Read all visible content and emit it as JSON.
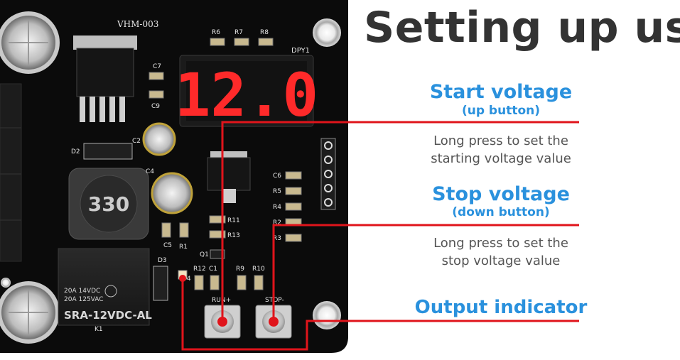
{
  "title": "Setting up use",
  "board": {
    "model_label": "VHM-003",
    "display_digits": "12.0",
    "display_label": "DPY1",
    "inductor_marking": "330",
    "relay_lines": [
      "20A 14VDC",
      "20A 125VAC",
      "SRA-12VDC-AL"
    ],
    "relay_id": "K1",
    "button_up_label": "RUN+",
    "button_down_label": "STOP-",
    "component_labels": {
      "r6": "R6",
      "r7": "R7",
      "r8": "R8",
      "c7": "C7",
      "c9": "C9",
      "c2": "C2",
      "c4": "C4",
      "d2": "D2",
      "d3": "D3",
      "d4": "D4",
      "c5": "C5",
      "r1": "R1",
      "r11": "R11",
      "r13": "R13",
      "q1": "Q1",
      "r12": "R12",
      "c1": "C1",
      "r9": "R9",
      "r10": "R10",
      "c6": "C6",
      "r5": "R5",
      "r4": "R4",
      "r2": "R2",
      "r3": "R3"
    },
    "accent_color": "#e0141b"
  },
  "sections": [
    {
      "heading": "Start voltage",
      "sub": "(up button)",
      "desc_lines": [
        "Long press to set the",
        "starting voltage value"
      ]
    },
    {
      "heading": "Stop voltage",
      "sub": "(down button)",
      "desc_lines": [
        "Long press to set the",
        "stop voltage value"
      ]
    },
    {
      "heading": "Output indicator",
      "sub": "",
      "desc_lines": []
    }
  ],
  "colors": {
    "heading": "#2a91dd",
    "title": "#333333",
    "description": "#555555",
    "callout_line": "#e0141b",
    "pcb": "#0b0b0b"
  }
}
